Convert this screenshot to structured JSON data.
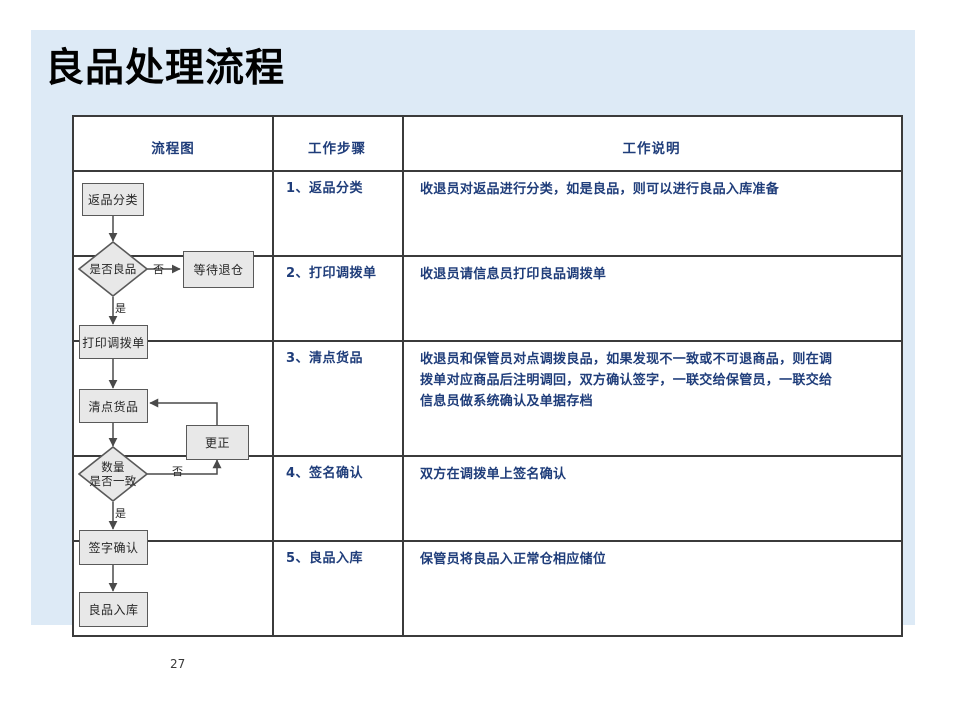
{
  "slide": {
    "title": "良品处理流程",
    "page_number": "27",
    "background_color": "#ddeaf6",
    "accent_text_color": "#1f3d7a",
    "node_fill_color": "#e8e8e8",
    "border_color": "#3b3b3b"
  },
  "table": {
    "headers": {
      "flowchart": "流程图",
      "steps": "工作步骤",
      "description": "工作说明"
    },
    "rows": [
      {
        "step": "1、返品分类",
        "description_lines": [
          "收退员对返品进行分类，如是良品，则可以进行良品入库准备"
        ]
      },
      {
        "step": "2、打印调拨单",
        "description_lines": [
          "收退员请信息员打印良品调拨单"
        ]
      },
      {
        "step": "3、清点货品",
        "description_lines": [
          "收退员和保管员对点调拨良品，如果发现不一致或不可退商品，则在调",
          "拨单对应商品后注明调回，双方确认签字，一联交给保管员，一联交给",
          "信息员做系统确认及单据存档"
        ]
      },
      {
        "step": "4、签名确认",
        "description_lines": [
          "双方在调拨单上签名确认"
        ]
      },
      {
        "step": "5、良品入库",
        "description_lines": [
          "保管员将良品入正常仓相应储位"
        ]
      }
    ]
  },
  "flowchart": {
    "nodes": [
      {
        "id": "n1",
        "type": "process",
        "label": "返品分类"
      },
      {
        "id": "n2",
        "type": "decision",
        "label": "是否良品"
      },
      {
        "id": "n3",
        "type": "process",
        "label": "等待退仓"
      },
      {
        "id": "n4",
        "type": "process",
        "label": "打印调拨单"
      },
      {
        "id": "n5",
        "type": "process",
        "label": "清点货品"
      },
      {
        "id": "n6",
        "type": "process",
        "label": "更正"
      },
      {
        "id": "n7",
        "type": "decision",
        "label_line1": "数量",
        "label_line2": "是否一致"
      },
      {
        "id": "n8",
        "type": "process",
        "label": "签字确认"
      },
      {
        "id": "n9",
        "type": "process",
        "label": "良品入库"
      }
    ],
    "edge_labels": {
      "no_to_wait": "否",
      "yes_to_print": "是",
      "no_to_correct": "否",
      "yes_to_sign": "是"
    }
  }
}
